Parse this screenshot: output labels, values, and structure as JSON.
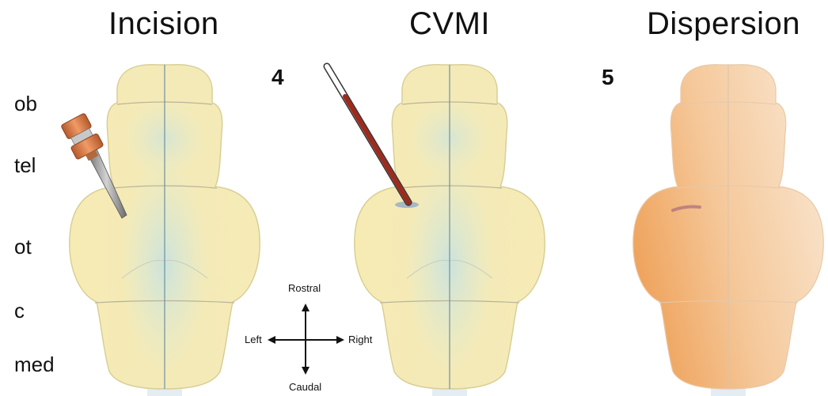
{
  "panels": {
    "incision": {
      "title": "Incision"
    },
    "cvmi": {
      "title": "CVMI"
    },
    "dispersion": {
      "title": "Dispersion"
    }
  },
  "steps": {
    "cvmi": "4",
    "dispersion": "5"
  },
  "regions": [
    "ob",
    "tel",
    "ot",
    "c",
    "med"
  ],
  "compass": {
    "top": "Rostral",
    "bottom": "Caudal",
    "left": "Left",
    "right": "Right"
  },
  "colors": {
    "brain_yellow": "#f6eab0",
    "brain_teal": "#cfe4df",
    "dispersion_orange": "#f0b06e",
    "needle_copper": "#d87a45",
    "capillary_red": "#9e2a1e"
  }
}
